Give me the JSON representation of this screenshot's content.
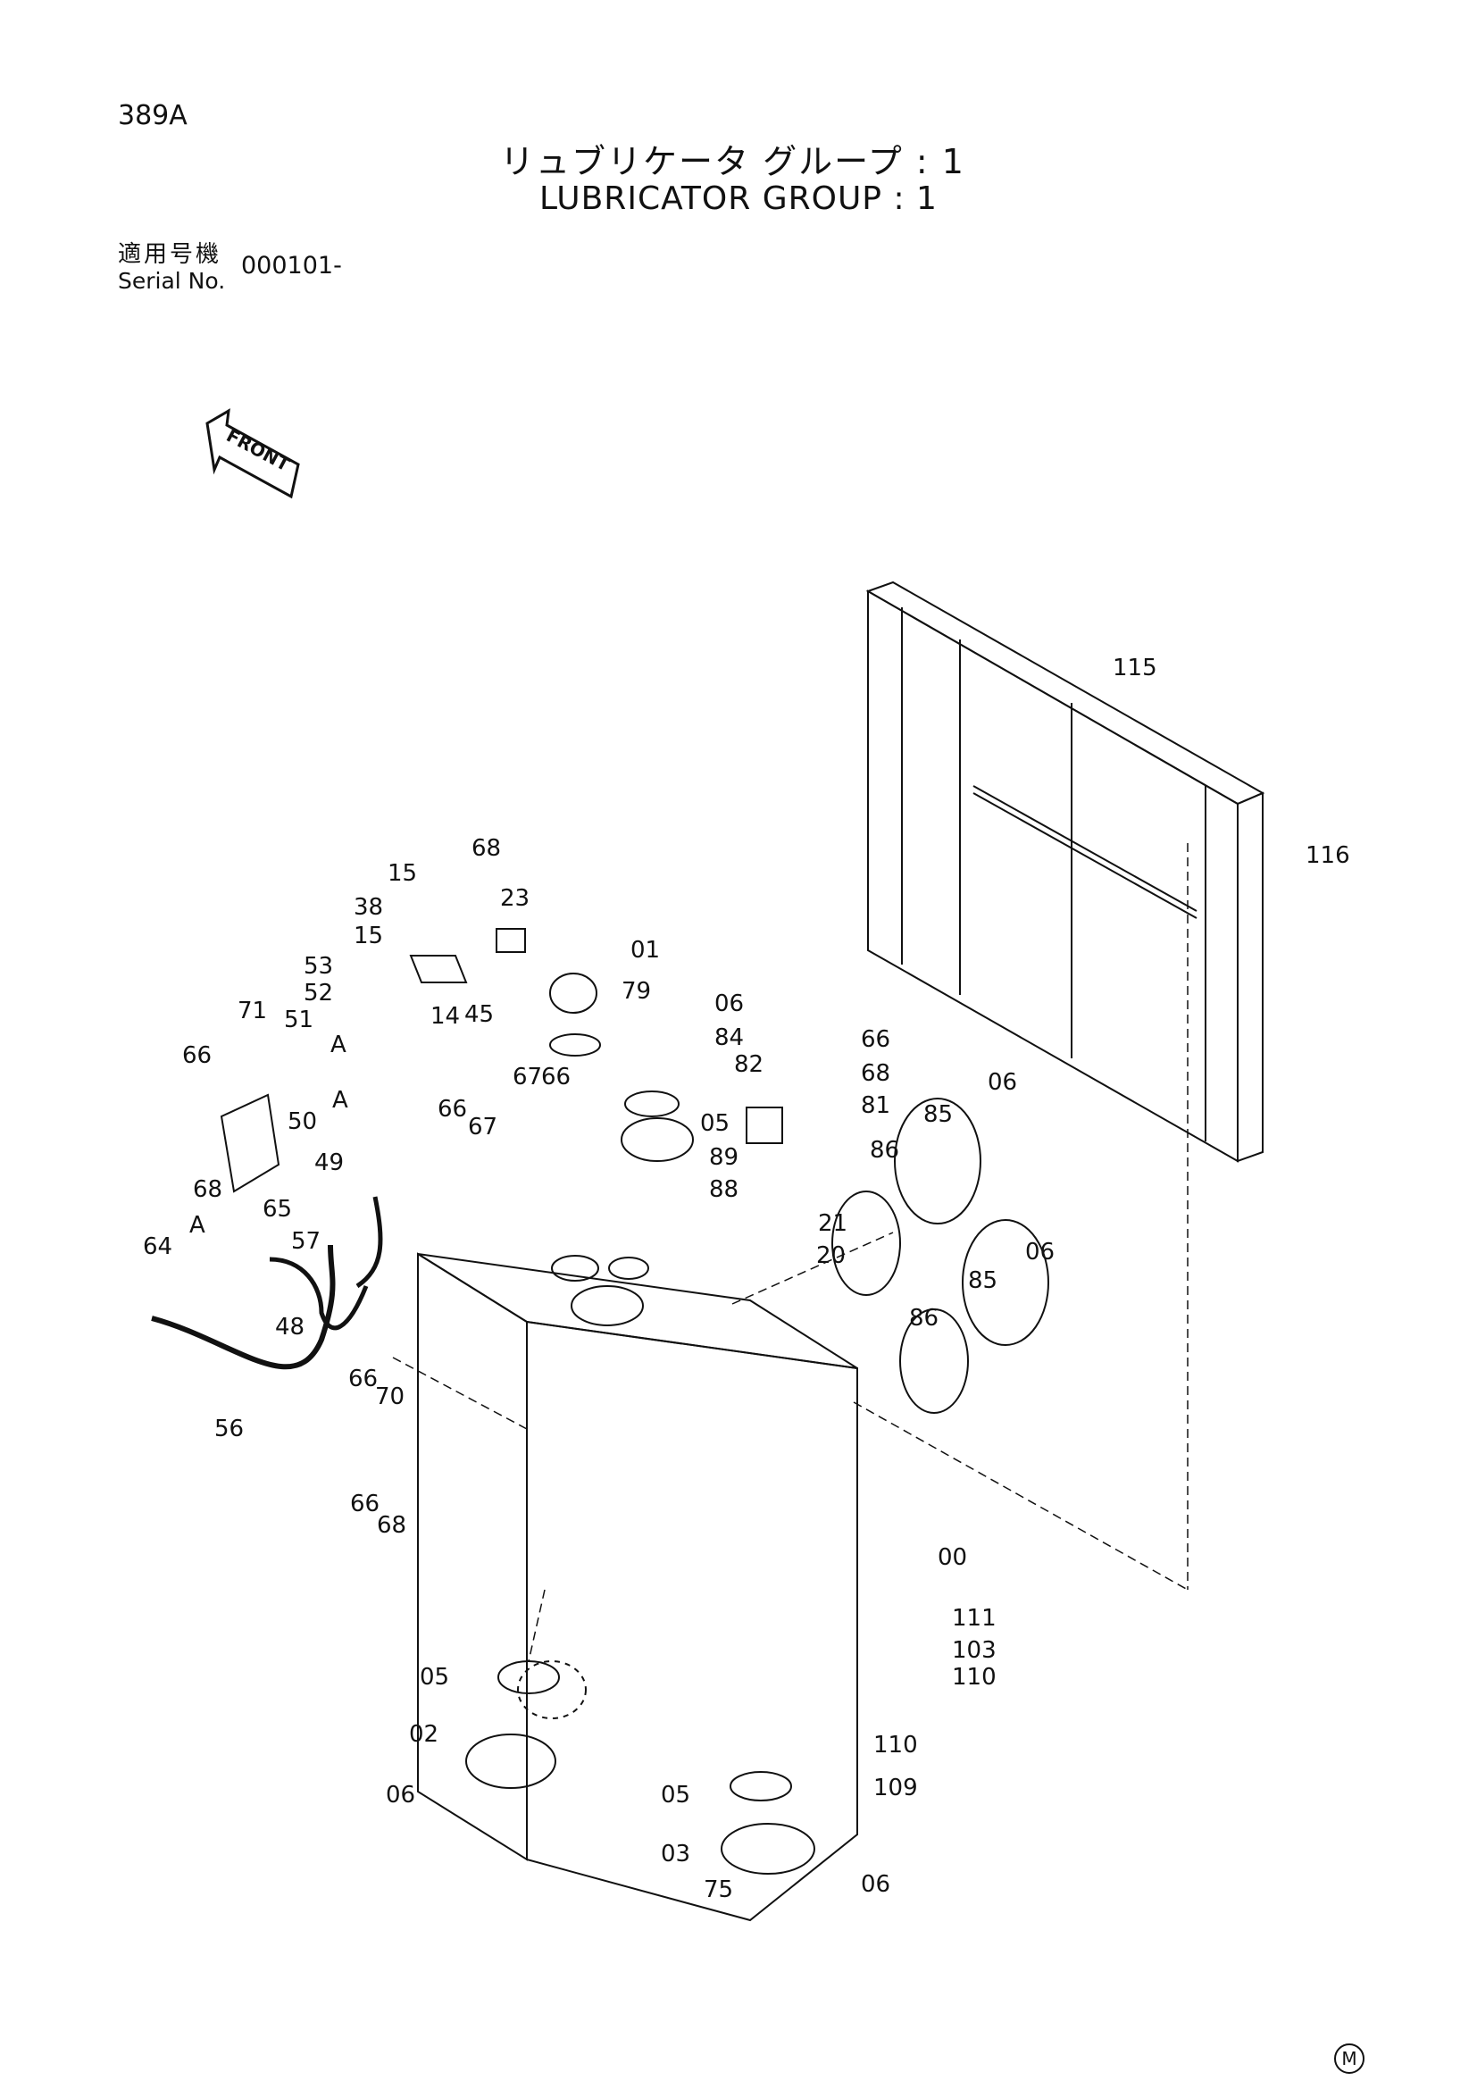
{
  "header": {
    "page_code": "389A",
    "title_jp": "リュブリケータ グループ : 1",
    "title_en": "LUBRICATOR GROUP : 1",
    "serial_label_jp": "適用号機",
    "serial_label_en": "Serial No.",
    "serial_value": "000101-"
  },
  "front_arrow_label": "FRONT",
  "callouts": [
    "115",
    "116",
    "68",
    "15",
    "23",
    "38",
    "15",
    "01",
    "53",
    "45",
    "79",
    "06",
    "52",
    "14",
    "84",
    "66",
    "51",
    "A",
    "71",
    "66",
    "A",
    "67",
    "66",
    "82",
    "68",
    "81",
    "06",
    "50",
    "67",
    "05",
    "85",
    "66",
    "89",
    "86",
    "49",
    "88",
    "68",
    "65",
    "57",
    "A",
    "21",
    "64",
    "20",
    "06",
    "85",
    "48",
    "86",
    "66",
    "70",
    "56",
    "00",
    "66",
    "68",
    "111",
    "103",
    "110",
    "05",
    "02",
    "110",
    "109",
    "06",
    "05",
    "03",
    "75",
    "06"
  ],
  "footer_mark": "M",
  "colors": {
    "ink": "#111111",
    "paper": "#ffffff"
  }
}
